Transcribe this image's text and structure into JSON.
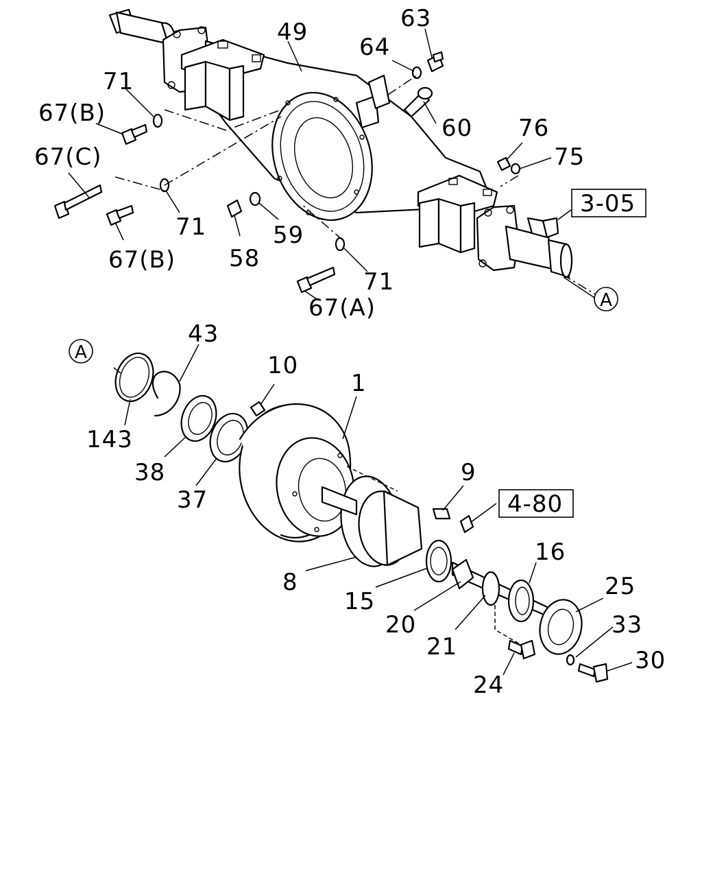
{
  "diagram": {
    "callouts": {
      "c49": "49",
      "c63": "63",
      "c64": "64",
      "c60": "60",
      "c71a": "71",
      "c67Ba": "67(B)",
      "c67C": "67(C)",
      "c71b": "71",
      "c67Bb": "67(B)",
      "c58": "58",
      "c59": "59",
      "c71c": "71",
      "c67A": "67(A)",
      "c76": "76",
      "c75": "75",
      "c43": "43",
      "c10": "10",
      "c1": "1",
      "c143": "143",
      "c38": "38",
      "c37": "37",
      "c9": "9",
      "c8": "8",
      "c15": "15",
      "c16": "16",
      "c20": "20",
      "c25": "25",
      "c21": "21",
      "c33": "33",
      "c30": "30",
      "c24": "24"
    },
    "ref_boxes": {
      "r305": "3-05",
      "r480": "4-80"
    },
    "connectors": {
      "ca_top": "A",
      "ca_bottom": "A"
    }
  }
}
